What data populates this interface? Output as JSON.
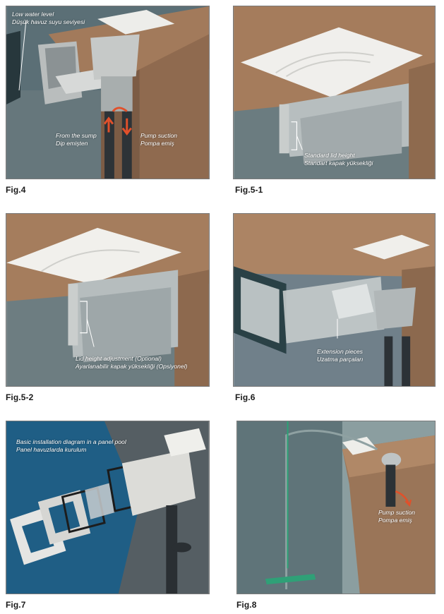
{
  "colors": {
    "soil": "#9c7456",
    "water": "#3f5a66",
    "pool_blue": "#1d5f86",
    "plastic": "#d8d8d4",
    "pipe": "#2c3136",
    "arrow": "#e0502a"
  },
  "figures": [
    {
      "label": "Fig.4",
      "captions": [
        {
          "line1": "Low water level",
          "line2": "Düşük havuz suyu seviyesi"
        },
        {
          "line1": "From the sump",
          "line2": "Dip emişten"
        },
        {
          "line1": "Pump suction",
          "line2": "Pompa emiş"
        }
      ]
    },
    {
      "label": "Fig.5-1",
      "captions": [
        {
          "line1": "Standard lid height",
          "line2": "Standart kapak yüksekliği"
        }
      ]
    },
    {
      "label": "Fig.5-2",
      "captions": [
        {
          "line1": "Lid height adjustment (Optional)",
          "line2": "Ayarlanabilir kapak yüksekliği (Opsiyonel)"
        }
      ]
    },
    {
      "label": "Fig.6",
      "captions": [
        {
          "line1": "Extension pieces",
          "line2": "Uzatma parçaları"
        }
      ]
    },
    {
      "label": "Fig.7",
      "captions": [
        {
          "line1": "Basic installation diagram in a panel pool",
          "line2": "Panel havuzlarda kurulum"
        }
      ]
    },
    {
      "label": "Fig.8",
      "captions": [
        {
          "line1": "Pump suction",
          "line2": "Pompa emiş"
        }
      ]
    }
  ]
}
